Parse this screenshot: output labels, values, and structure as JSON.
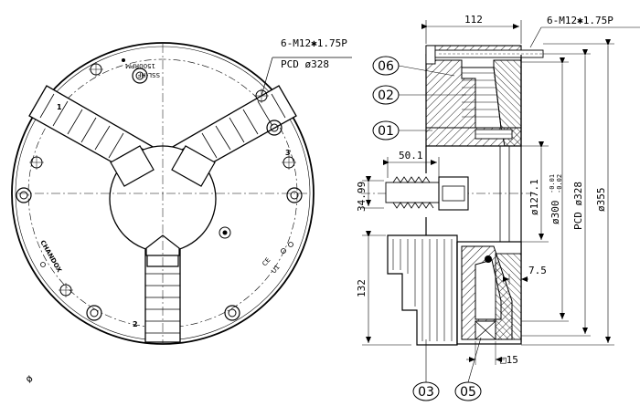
{
  "front_view": {
    "hole_note": {
      "thread": "6-M12✱1.75P",
      "pcd": "PCD ø328"
    },
    "jaw_numbers": [
      "1",
      "2",
      "3"
    ],
    "body_text": {
      "brand": "CHANDOX",
      "rpm_marking": "1500RPM",
      "top_code": "SSL-HF",
      "ce_mark": "CE",
      "model_code": "U1"
    }
  },
  "side_view": {
    "dimensions": {
      "width": "112",
      "thread_note": "6-M12✱1.75P",
      "jaw_offset": "50.1",
      "jaw_height": "34.99",
      "d_bore": "ø127.1",
      "d_spigot_value": "ø300",
      "d_spigot_tol_upper": "-0.01",
      "d_spigot_tol_lower": "-0.02",
      "pcd": "PCD ø328",
      "d_outer": "ø355",
      "jaw_length": "132",
      "step": "7.5",
      "square": "□15"
    },
    "balloons": [
      "06",
      "02",
      "01",
      "03",
      "05"
    ]
  },
  "corner_mark": "ø"
}
